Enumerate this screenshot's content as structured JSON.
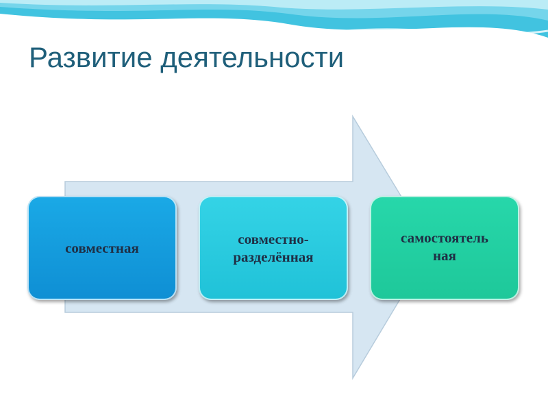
{
  "title": "Развитие деятельности",
  "steps": [
    {
      "line1": "совместная",
      "line2": ""
    },
    {
      "line1": "совместно-",
      "line2": "разделённая"
    },
    {
      "line1": "самостоятель",
      "line2": "ная"
    }
  ],
  "colors": {
    "title": "#1f5f7a",
    "arrow_fill": "#d6e6f2",
    "arrow_stroke": "#b7ccdc",
    "step1": "#1aa9e6",
    "step2": "#34d3e6",
    "step3": "#27d7aa"
  }
}
